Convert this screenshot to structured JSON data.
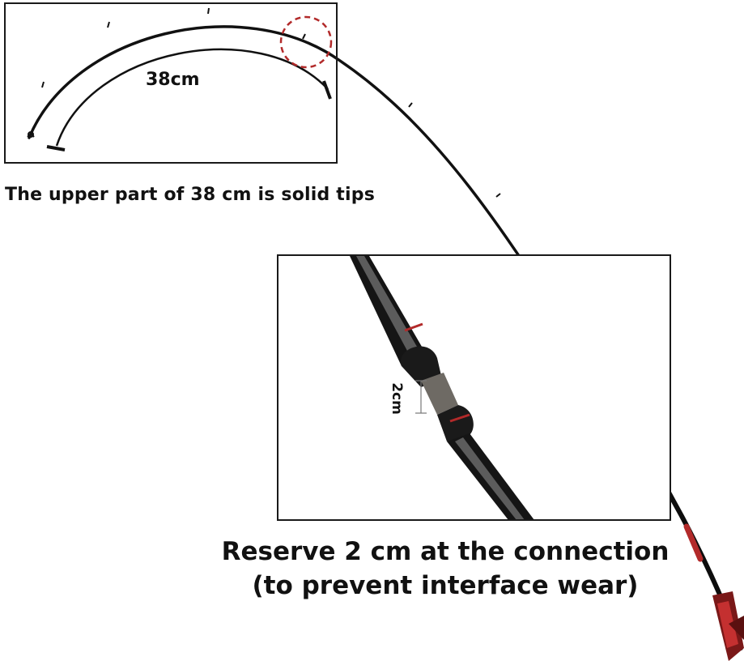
{
  "labels": {
    "tip_length": "38cm",
    "joint_length": "2cm"
  },
  "captions": {
    "top": "The upper part of 38 cm is solid tips",
    "bottom_line1": "Reserve 2 cm at the connection",
    "bottom_line2": "(to prevent interface wear)"
  },
  "colors": {
    "rod": "#111111",
    "accent_red": "#b22a2a",
    "dashed_circle": "#b22a2a",
    "frame": "#1a1a1a"
  }
}
